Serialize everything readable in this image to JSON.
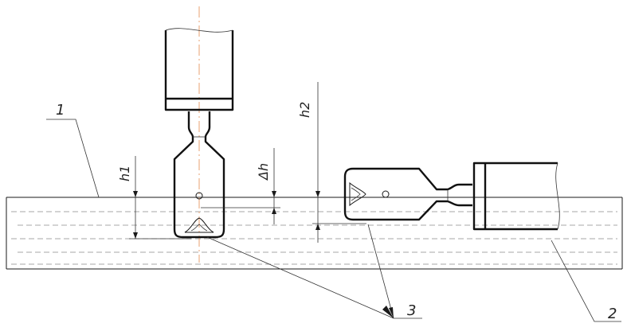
{
  "labels": {
    "callout_1": "1",
    "callout_2": "2",
    "callout_3": "3",
    "dim_h1": "h1",
    "dim_delta_h": "Δh",
    "dim_h2": "h2"
  },
  "colors": {
    "line": "#1a1a1a",
    "liquid_dash": "#8a8a8a",
    "center_axis": "#e8a070"
  }
}
